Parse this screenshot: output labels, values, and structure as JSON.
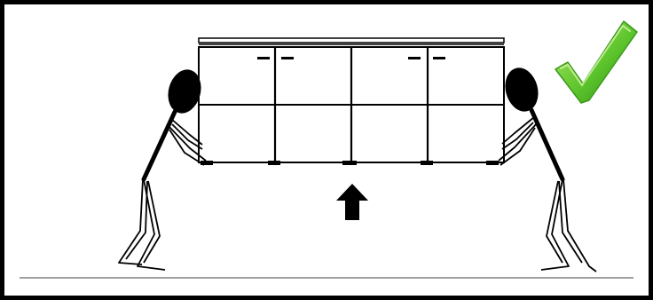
{
  "illustration": {
    "figures": [
      "left-lifter",
      "right-lifter"
    ],
    "object": "cabinet",
    "indicators": {
      "arrow": "up-arrow-icon",
      "check": "checkmark-icon",
      "check_color": "#5cc42c"
    }
  },
  "colors": {
    "frame": "#000000",
    "background": "#ffffff",
    "floor": "#666666",
    "check_light": "#a8e05a",
    "check_dark": "#3a9a1a"
  }
}
